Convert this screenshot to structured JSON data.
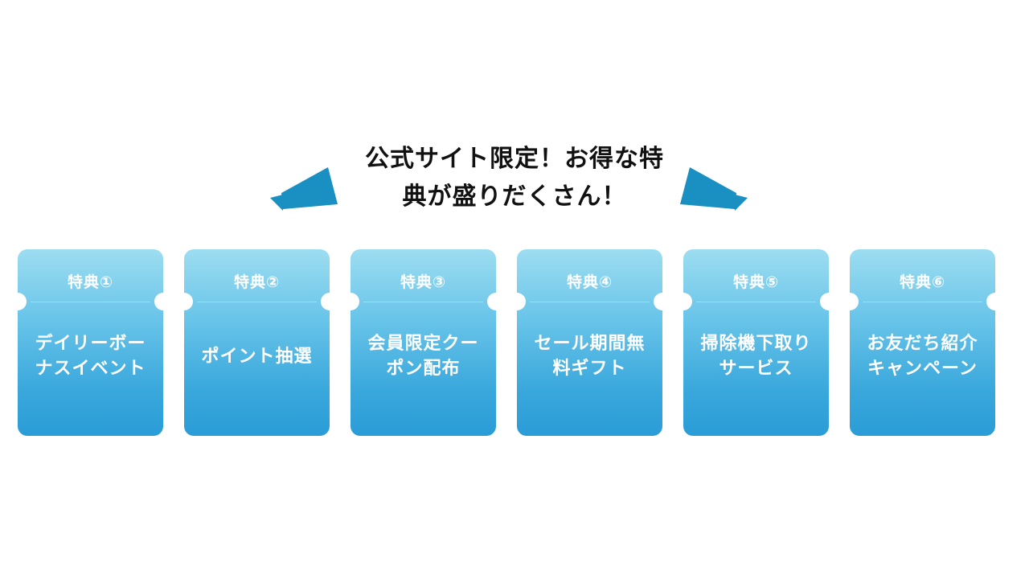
{
  "headline": {
    "line1": "公式サイト限定！お得な特",
    "line2": "典が盛りだくさん！"
  },
  "colors": {
    "megaphone": "#1a8fc2",
    "ticket_top": "#9dddf0",
    "ticket_bottom": "#2a9cd7",
    "text_light": "#ffffff",
    "headline_text": "#111111"
  },
  "tickets": [
    {
      "tag": "特典①",
      "line1": "デイリーボー",
      "line2": "ナスイベント"
    },
    {
      "tag": "特典②",
      "line1": "ポイント抽選",
      "line2": ""
    },
    {
      "tag": "特典③",
      "line1": "会員限定クー",
      "line2": "ポン配布"
    },
    {
      "tag": "特典④",
      "line1": "セール期間無",
      "line2": "料ギフト"
    },
    {
      "tag": "特典⑤",
      "line1": "掃除機下取り",
      "line2": "サービス"
    },
    {
      "tag": "特典⑥",
      "line1": "お友だち紹介",
      "line2": "キャンペーン"
    }
  ]
}
